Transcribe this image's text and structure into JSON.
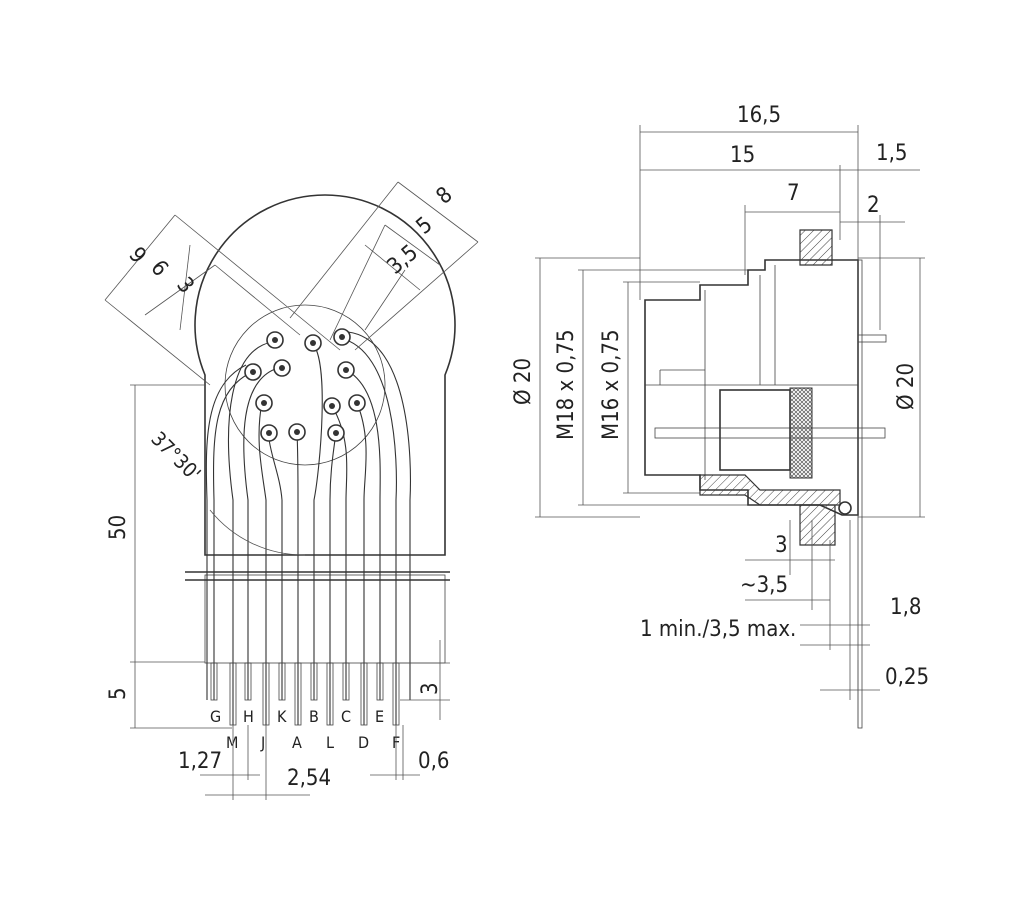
{
  "left_view": {
    "dimensions": {
      "d9": "9",
      "d6": "6",
      "d3": "3",
      "d8": "8",
      "d5": "5",
      "d3_5": "3,5",
      "angle": "37°30'",
      "d50": "50",
      "d5_bottom": "5",
      "d3_right": "3",
      "d1_27": "1,27",
      "d2_54": "2,54",
      "d0_6": "0,6"
    },
    "pins_top_row": [
      "G",
      "H",
      "K",
      "B",
      "C",
      "E"
    ],
    "pins_bottom_row": [
      "M",
      "J",
      "A",
      "L",
      "D",
      "F"
    ]
  },
  "right_view": {
    "dimensions": {
      "d16_5": "16,5",
      "d15": "15",
      "d1_5": "1,5",
      "d7": "7",
      "d2": "2",
      "dia20_left": "Ø 20",
      "m18": "M18 x 0,75",
      "m16": "M16 x 0,75",
      "dia20_right": "Ø 20",
      "d3": "3",
      "d3_5": "~3,5",
      "d1_8": "1,8",
      "panel": "1 min./3,5 max.",
      "d0_25": "0,25"
    }
  },
  "colors": {
    "line": "#333333",
    "background": "#ffffff"
  }
}
